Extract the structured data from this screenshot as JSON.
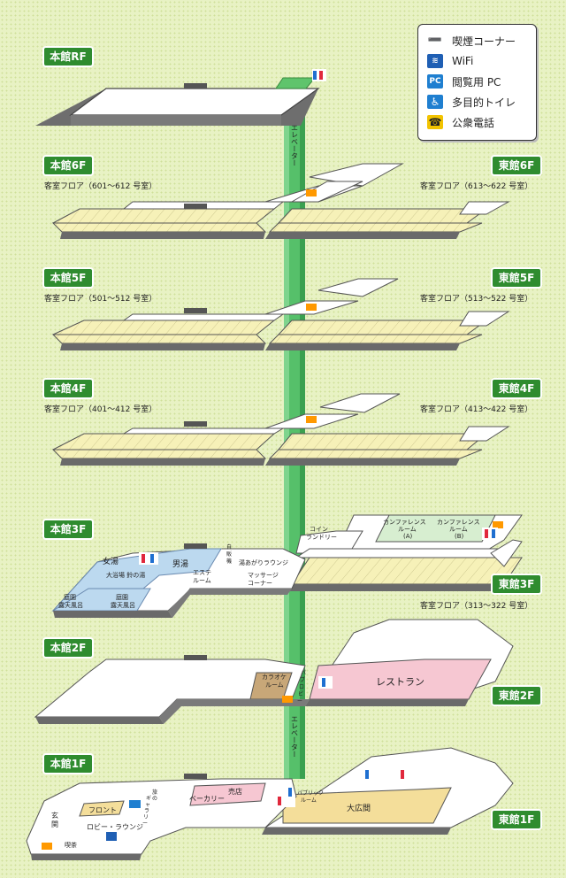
{
  "legend": {
    "items": [
      {
        "icon": "smoking-icon",
        "label": "喫煙コーナー",
        "color": "#ff9900"
      },
      {
        "icon": "wifi-icon",
        "label": "WiFi",
        "color": "#1f5fb4"
      },
      {
        "icon": "pc-icon",
        "label": "閲覧用 PC",
        "color": "#1f7fd0"
      },
      {
        "icon": "accessible-toilet-icon",
        "label": "多目的トイレ",
        "color": "#1f7fd0"
      },
      {
        "icon": "phone-icon",
        "label": "公衆電話",
        "color": "#f2c300"
      }
    ],
    "pc_glyph": "PC"
  },
  "floors": {
    "main_rf": {
      "label": "本館RF"
    },
    "main_6f": {
      "label": "本館6F",
      "sub": "客室フロア（601～612 号室）"
    },
    "east_6f": {
      "label": "東館6F",
      "sub": "客室フロア（613～622 号室）"
    },
    "main_5f": {
      "label": "本館5F",
      "sub": "客室フロア（501～512 号室）"
    },
    "east_5f": {
      "label": "東館5F",
      "sub": "客室フロア（513～522 号室）"
    },
    "main_4f": {
      "label": "本館4F",
      "sub": "客室フロア（401～412 号室）"
    },
    "east_4f": {
      "label": "東館4F",
      "sub": "客室フロア（413～422 号室）"
    },
    "main_3f": {
      "label": "本館3F"
    },
    "east_3f": {
      "label": "東館3F",
      "sub": "客室フロア（313～322 号室）"
    },
    "main_2f": {
      "label": "本館2F"
    },
    "east_2f": {
      "label": "東館2F"
    },
    "main_1f": {
      "label": "本館1F"
    },
    "east_1f": {
      "label": "東館1F"
    }
  },
  "elevator": {
    "label": "エレベーター"
  },
  "rooms_3f": {
    "women_bath": "女湯",
    "men_bath": "男湯",
    "large_bath": "大浴場 鈴の湯",
    "garden_bath_1": [
      "庭園",
      "露天風呂"
    ],
    "garden_bath_2": [
      "庭園",
      "露天風呂"
    ],
    "esthe": [
      "エステ",
      "ルーム"
    ],
    "massage": [
      "マッサージ",
      "コーナー"
    ],
    "lounge": "湯あがりラウンジ",
    "vending": [
      "自",
      "販",
      "機"
    ],
    "coin_laundry": [
      "コイン",
      "ランドリー"
    ],
    "conf_a": [
      "カンファレンス",
      "ルーム",
      "(A)"
    ],
    "conf_b": [
      "カンファレンス",
      "ルーム",
      "(B)"
    ]
  },
  "rooms_2f": {
    "karaoke": [
      "カラオケ",
      "ルーム"
    ],
    "restaurant": "レストラン",
    "pub": [
      "パ",
      "ブ",
      "ロ",
      "ビ",
      "ー"
    ]
  },
  "rooms_1f": {
    "entrance": [
      "玄",
      "関"
    ],
    "front": "フロント",
    "lobby": "ロビー・ラウンジ",
    "cafe": "喫茶",
    "gallery": [
      "ギ",
      "ャ",
      "ラ",
      "リ",
      "ー",
      "旅",
      "の"
    ],
    "bakery": "ベーカリー",
    "shop": "売店",
    "public_room": [
      "パブリック",
      "ルーム"
    ],
    "hall": "大広間"
  }
}
